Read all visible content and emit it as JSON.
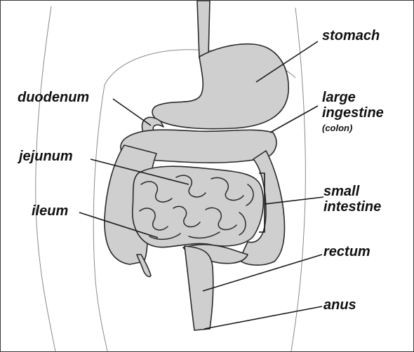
{
  "labels": {
    "stomach": "stomach",
    "duodenum": "duodenum",
    "large_intestine_line1": "large",
    "large_intestine_line2": "ingestine",
    "colon": "(colon)",
    "jejunum": "jejunum",
    "small_intestine_line1": "small",
    "small_intestine_line2": "intestine",
    "ileum": "ileum",
    "rectum": "rectum",
    "anus": "anus"
  },
  "colors": {
    "organ_fill": "#cfcfcf",
    "outline": "#2a2a2a",
    "background": "#ffffff"
  }
}
